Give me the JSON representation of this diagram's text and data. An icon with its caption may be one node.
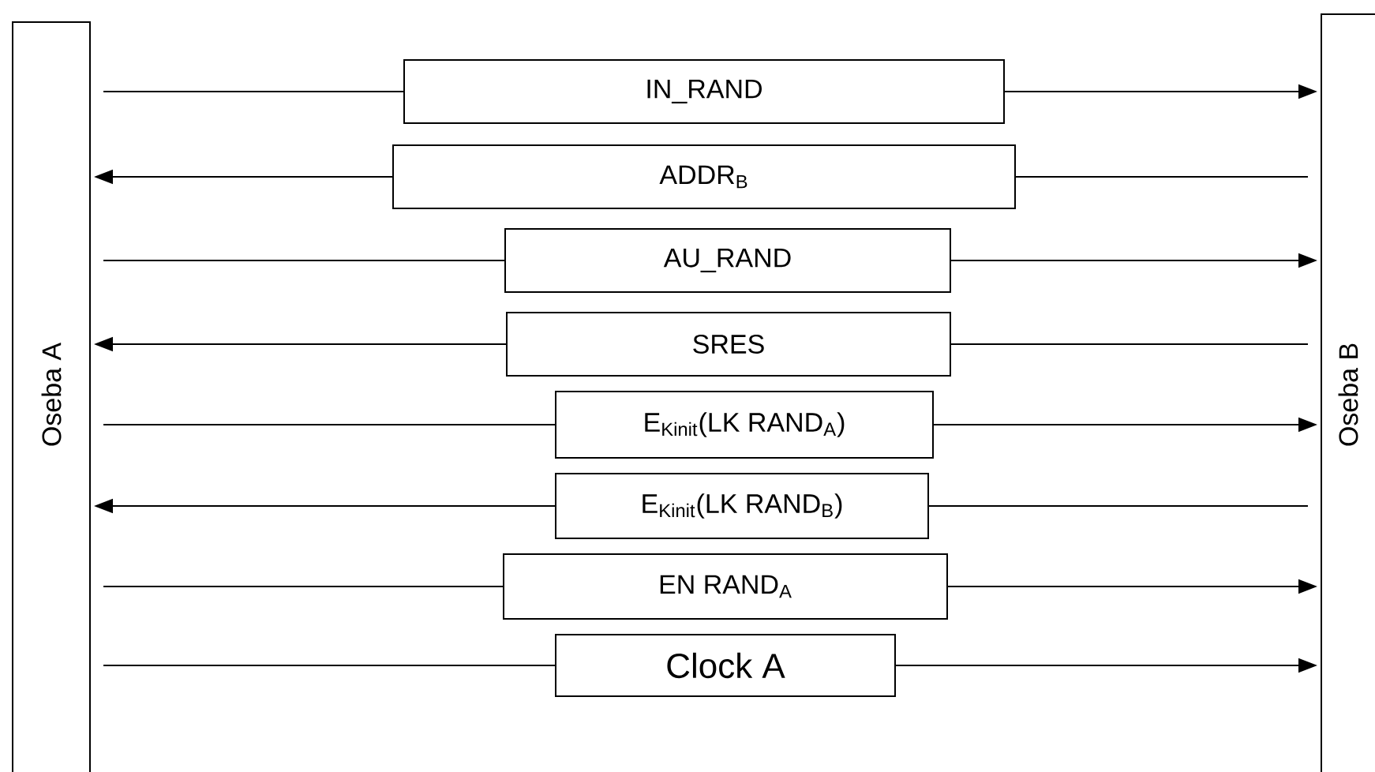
{
  "diagram": {
    "nodes": [
      {
        "text": [
          "Oseba A"
        ]
      },
      {
        "text": [
          "Oseba B"
        ]
      },
      {
        "text": [
          "IN_RAND"
        ]
      },
      {
        "text": [
          "ADDR$_{B}$"
        ]
      },
      {
        "text": [
          "AU_RAND"
        ]
      },
      {
        "text": [
          "SRES"
        ]
      },
      {
        "text": [
          "E$_{Kinit}$(LK RAND$_{A}$)"
        ]
      },
      {
        "text": [
          "E$_{Kinit}$(LK RAND$_{B}$)"
        ]
      },
      {
        "text": [
          "EN RAND$_{A}$"
        ]
      },
      {
        "text": [
          "Clock A"
        ]
      }
    ],
    "edges": [
      {
        "from": 0,
        "to": 2,
        "arrow": "none"
      },
      {
        "from": 2,
        "to": 1,
        "arrow": "to"
      },
      {
        "from": 1,
        "to": 3,
        "arrow": "none"
      },
      {
        "from": 3,
        "to": 0,
        "arrow": "to"
      },
      {
        "from": 0,
        "to": 4,
        "arrow": "none"
      },
      {
        "from": 4,
        "to": 1,
        "arrow": "to"
      },
      {
        "from": 1,
        "to": 5,
        "arrow": "none"
      },
      {
        "from": 5,
        "to": 0,
        "arrow": "to"
      },
      {
        "from": 0,
        "to": 6,
        "arrow": "none"
      },
      {
        "from": 6,
        "to": 1,
        "arrow": "to"
      },
      {
        "from": 1,
        "to": 7,
        "arrow": "none"
      },
      {
        "from": 7,
        "to": 0,
        "arrow": "to"
      },
      {
        "from": 0,
        "to": 8,
        "arrow": "none"
      },
      {
        "from": 8,
        "to": 1,
        "arrow": "to"
      },
      {
        "from": 0,
        "to": 9,
        "arrow": "none"
      },
      {
        "from": 9,
        "to": 1,
        "arrow": "to"
      }
    ]
  }
}
